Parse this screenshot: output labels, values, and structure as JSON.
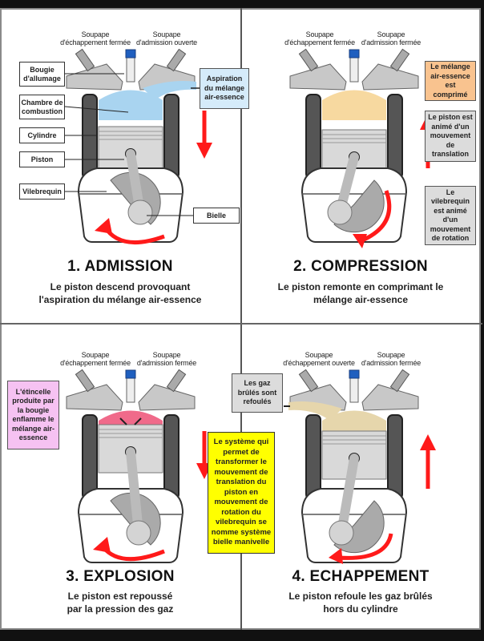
{
  "colors": {
    "arrow": "#ff1a1a",
    "intake_mixture": "#a9d4f0",
    "compressed_mixture": "#f7d9a0",
    "ignition": "#f06a8a",
    "burnt_gas": "#e6d6ac",
    "note_blue": "#d5ebfa",
    "note_orange": "#f9c38f",
    "note_gray": "#dcdcdc",
    "note_pink": "#f6c2f2",
    "note_yellow": "#ffff00"
  },
  "panels": [
    {
      "step": "1. ADMISSION",
      "description": [
        "Le piston descend provoquant",
        "l'aspiration du mélange air-essence"
      ],
      "valve_left": [
        "Soupape",
        "d'échappement fermée"
      ],
      "valve_right": [
        "Soupape",
        "d'admission ouverte"
      ],
      "labels": {
        "spark_plug": "Bougie d'allumage",
        "combustion_chamber": "Chambre de combustion",
        "cylinder": "Cylindre",
        "piston": "Piston",
        "crankshaft": "Vilebrequin",
        "connecting_rod": "Bielle"
      },
      "note": "Aspiration du mélange air-essence",
      "piston_direction": "down"
    },
    {
      "step": "2. COMPRESSION",
      "description": [
        "Le piston remonte en comprimant le",
        "mélange air-essence"
      ],
      "valve_left": [
        "Soupape",
        "d'échappement fermée"
      ],
      "valve_right": [
        "Soupape",
        "d'admission fermée"
      ],
      "notes": [
        "Le mélange air-essence est comprimé",
        "Le piston est animé d'un mouvement de translation",
        "Le vilebrequin est animé d'un mouvement de rotation"
      ],
      "piston_direction": "up"
    },
    {
      "step": "3. EXPLOSION",
      "description": [
        "Le piston est repoussé",
        "par la pression des gaz"
      ],
      "valve_left": [
        "Soupape",
        "d'échappement fermée"
      ],
      "valve_right": [
        "Soupape",
        "d'admission fermée"
      ],
      "note": "L'étincelle produite par la bougie enflamme le mélange air-essence",
      "piston_direction": "down"
    },
    {
      "step": "4. ECHAPPEMENT",
      "description": [
        "Le piston refoule les gaz brûlés",
        "hors du cylindre"
      ],
      "valve_left": [
        "Soupape",
        "d'échappement ouverte"
      ],
      "valve_right": [
        "Soupape",
        "d'admission fermée"
      ],
      "note": "Les gaz brûlés sont refoulés",
      "piston_direction": "up"
    }
  ],
  "center_note": "Le système qui permet de transformer le mouvement de translation du piston en mouvement de rotation du vilebrequin se nomme système bielle manivelle"
}
